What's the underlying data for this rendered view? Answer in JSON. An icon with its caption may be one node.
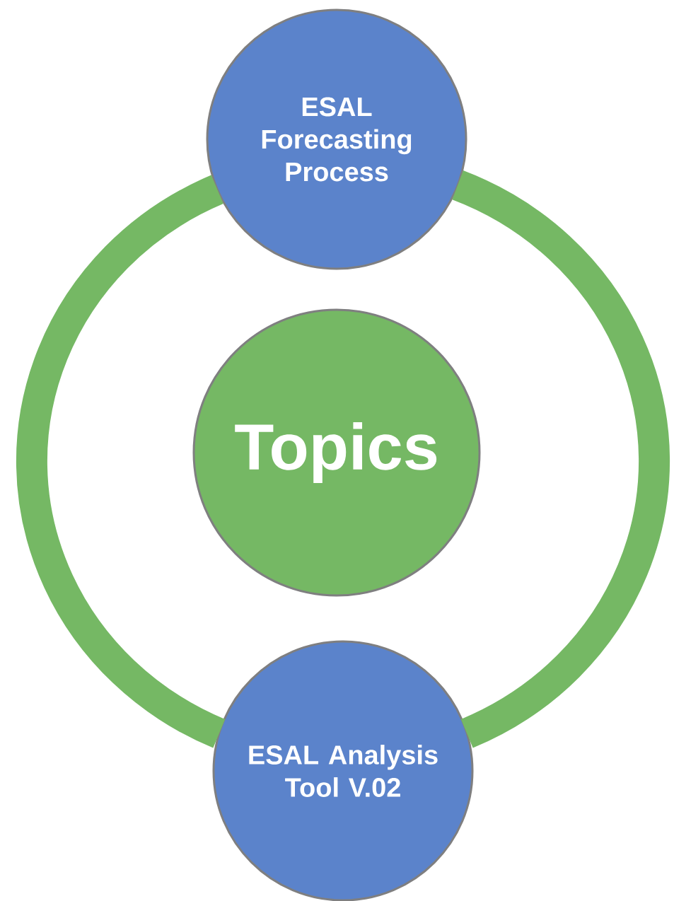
{
  "diagram": {
    "nodes": [
      {
        "text": [
          "Topics"
        ]
      },
      {
        "text": [
          "ESAL Forecasting Process"
        ]
      },
      {
        "text": [
          "ESAL Analysis Tool V.02"
        ]
      }
    ],
    "edges": [
      {
        "from": 1,
        "to": 2,
        "arrow": "none"
      },
      {
        "from": 2,
        "to": 1,
        "arrow": "none"
      }
    ]
  }
}
